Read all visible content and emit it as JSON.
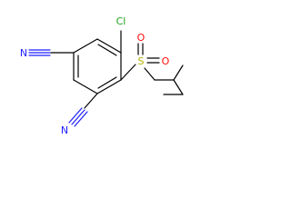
{
  "molecule": {
    "atoms": {
      "chlorine": "Cl",
      "sulfur": "S",
      "oxygen_top": "O",
      "oxygen_right": "O",
      "nitrogen_top": "N",
      "nitrogen_bottom": "N"
    }
  },
  "colors": {
    "bond": "#000000",
    "nitrogen": "#1f1fff",
    "oxygen": "#ff0d0d",
    "chlorine": "#1fa31f",
    "sulfur": "#b3b300",
    "background": "#ffffff"
  }
}
